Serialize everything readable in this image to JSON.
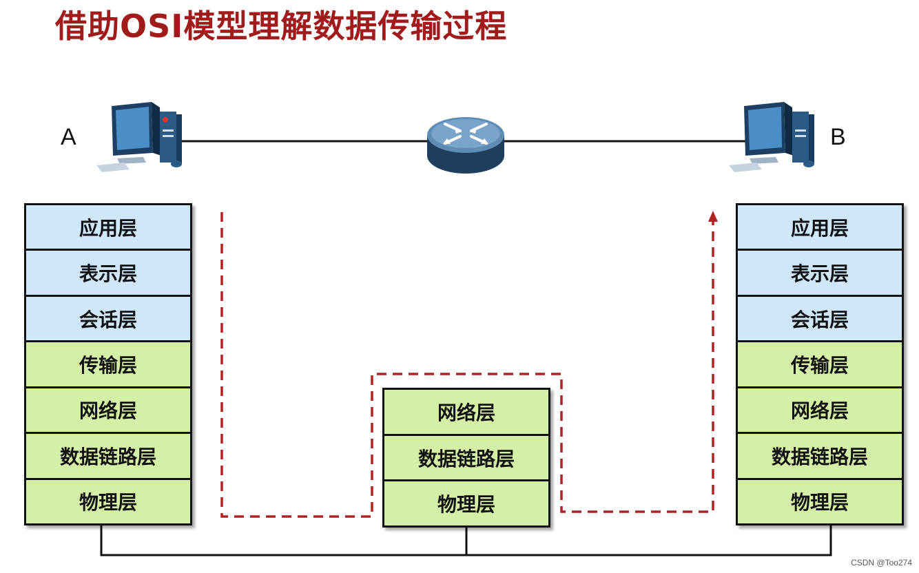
{
  "title": "借助OSI模型理解数据传输过程",
  "host_a": {
    "label": "A",
    "layers": [
      "应用层",
      "表示层",
      "会话层",
      "传输层",
      "网络层",
      "数据链路层",
      "物理层"
    ]
  },
  "router": {
    "layers": [
      "网络层",
      "数据链路层",
      "物理层"
    ]
  },
  "host_b": {
    "label": "B",
    "layers": [
      "应用层",
      "表示层",
      "会话层",
      "传输层",
      "网络层",
      "数据链路层",
      "物理层"
    ]
  },
  "colors": {
    "title": "#a01c1c",
    "upper_layers": "#cfe6fb",
    "lower_layers": "#d6efa6",
    "data_path": "#b22222"
  },
  "icons": [
    "computer-icon",
    "router-icon"
  ],
  "watermark": "CSDN @Too274"
}
